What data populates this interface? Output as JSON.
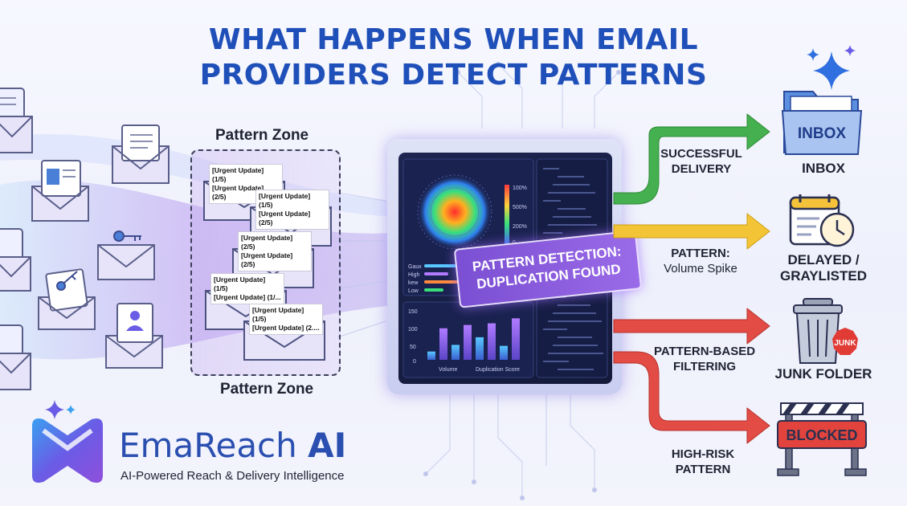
{
  "title": {
    "line1": "WHAT HAPPENS WHEN EMAIL",
    "line2": "PROVIDERS DETECT PATTERNS"
  },
  "pattern_zone": {
    "label_top": "Pattern Zone",
    "label_bottom": "Pattern Zone",
    "emails": [
      {
        "line1": "[Urgent Update] (1/5)",
        "line2": "[Urgent Update] (2/5)"
      },
      {
        "line1": "[Urgent Update] (1/5)",
        "line2": "[Urgent Update] (2/5)"
      },
      {
        "line1": "[Urgent Update] (2/5)",
        "line2": "[Urgent Update] (2/5)"
      },
      {
        "line1": "[Urgent Update] (1/5)",
        "line2": "[Urgent Update] (1/..."
      },
      {
        "line1": "[Urgent Update] (1/5)",
        "line2": "[Urgent Update] (2...."
      }
    ]
  },
  "detector": {
    "badge_line1": "PATTERN DETECTION:",
    "badge_line2": "DUPLICATION FOUND",
    "heat_scale": [
      "100%",
      "500%",
      "200%",
      "0"
    ],
    "gauge_labels": [
      "Gaux",
      "High",
      "kew",
      "Low"
    ],
    "bar_chart": {
      "y_ticks": [
        "150",
        "100",
        "50",
        "0"
      ],
      "legend": [
        "Volume",
        "Duplication Score"
      ],
      "values": [
        25,
        95,
        45,
        105,
        68,
        110,
        42,
        125
      ]
    }
  },
  "outcomes": [
    {
      "label_line1": "SUCCESSFUL",
      "label_line2": "DELIVERY",
      "color": "#3aa84a",
      "dest_line1": "INBOX",
      "dest_line2": "",
      "icon_text": "INBOX"
    },
    {
      "label_line1": "PATTERN:",
      "label_line2": "Volume Spike",
      "color": "#f2c12e",
      "dest_line1": "DELAYED /",
      "dest_line2": "GRAYLISTED",
      "icon_text": ""
    },
    {
      "label_line1": "PATTERN-BASED",
      "label_line2": "FILTERING",
      "color": "#e04a43",
      "dest_line1": "JUNK FOLDER",
      "dest_line2": "",
      "icon_text": "JUNK"
    },
    {
      "label_line1": "HIGH-RISK",
      "label_line2": "PATTERN",
      "color": "#e04a43",
      "dest_line1": "",
      "dest_line2": "",
      "icon_text": "BLOCKED"
    }
  ],
  "brand": {
    "name_main": "EmaReach",
    "name_ai": "AI",
    "tagline": "AI-Powered Reach & Delivery Intelligence"
  },
  "icons": [
    "envelope-icon",
    "contact-card-icon",
    "key-icon",
    "user-icon",
    "folder-icon",
    "calendar-clock-icon",
    "trash-can-icon",
    "barrier-icon",
    "sparkle-icon"
  ]
}
